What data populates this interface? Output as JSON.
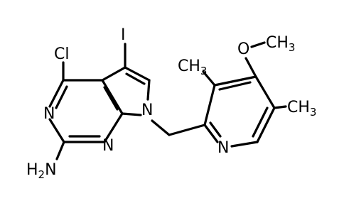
{
  "molecule": {
    "atoms": {
      "chlorine": "Cl",
      "iodine": "I",
      "n_pyrimidine_top": "N",
      "n_pyrimidine_bottom": "N",
      "n_pyrrole": "N",
      "n_pyridine": "N",
      "oxygen": "O",
      "amine_h": "H",
      "amine_sub": "2",
      "amine_n": "N",
      "methyl_1_c": "C",
      "methyl_1_h": "H",
      "methyl_1_sub": "3",
      "methyl_2_c": "C",
      "methyl_2_h": "H",
      "methyl_2_sub": "3",
      "methoxy_c": "C",
      "methoxy_h": "H",
      "methoxy_sub": "3"
    }
  }
}
